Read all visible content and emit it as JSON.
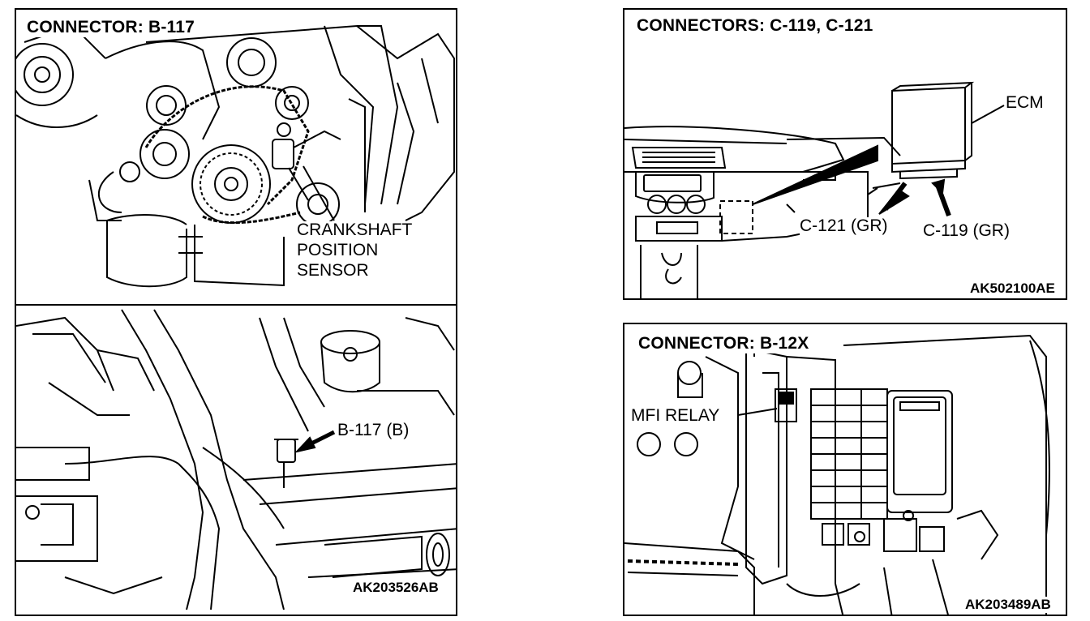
{
  "panel_left": {
    "title": "CONNECTOR: B-117",
    "sensor_label": [
      "CRANKSHAFT",
      "POSITION",
      "SENSOR"
    ],
    "connector_label": "B-117 (B)",
    "figure_code": "AK203526AB"
  },
  "panel_top_right": {
    "title": "CONNECTORS: C-119, C-121",
    "ecm_label": "ECM",
    "c121_label": "C-121 (GR)",
    "c119_label": "C-119 (GR)",
    "figure_code": "AK502100AE"
  },
  "panel_bottom_right": {
    "title": "CONNECTOR: B-12X",
    "relay_label": "MFI RELAY",
    "figure_code": "AK203489AB"
  }
}
